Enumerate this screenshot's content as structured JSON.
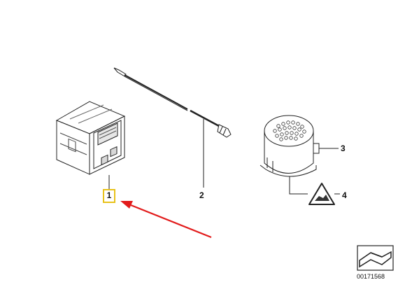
{
  "callouts": {
    "part1": "1",
    "part2": "2",
    "part3": "3",
    "part4": "4"
  },
  "catalog_number": "00171568",
  "colors": {
    "highlight": "#e8c21a",
    "arrow": "#e21b1b",
    "line": "#222222"
  },
  "icons": [
    "snap-box-icon",
    "warning-triangle-icon"
  ]
}
